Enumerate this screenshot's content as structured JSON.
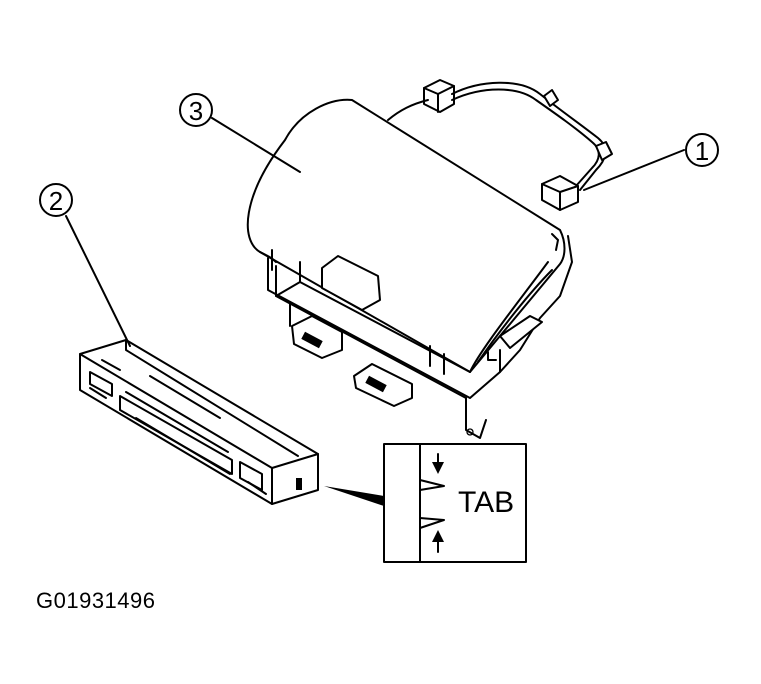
{
  "callouts": {
    "c1": "1",
    "c2": "2",
    "c3": "3"
  },
  "detail": {
    "label": "TAB"
  },
  "figure_code": "G01931496"
}
